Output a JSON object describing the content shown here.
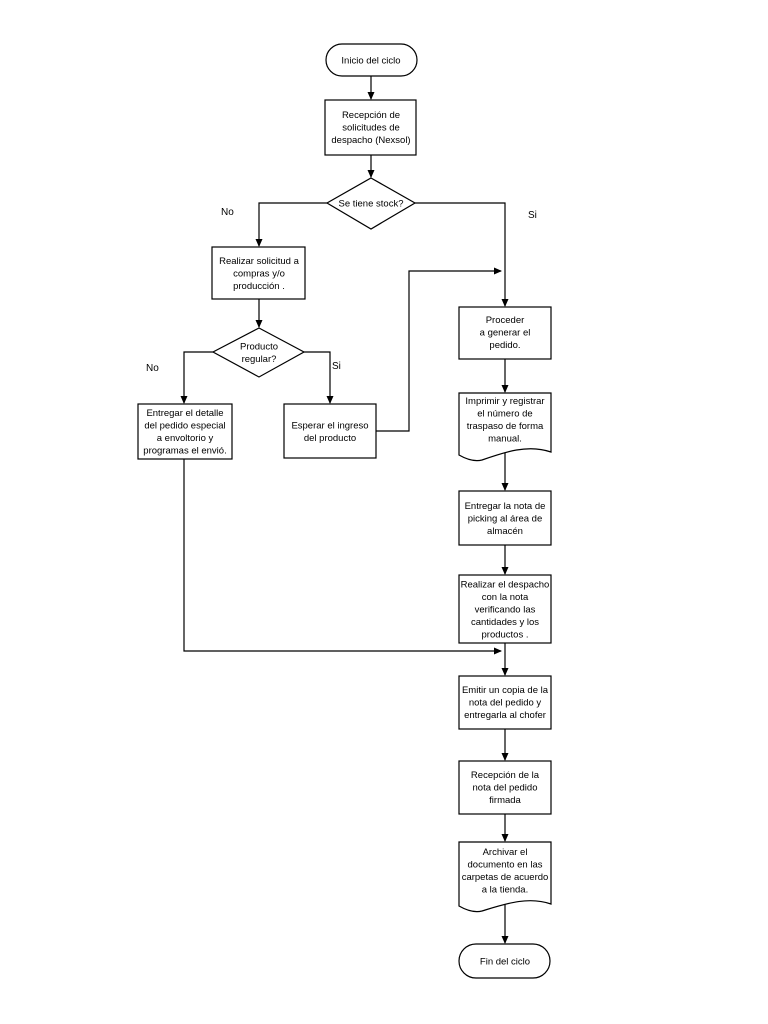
{
  "nodes": {
    "start": [
      "Inicio  del ciclo"
    ],
    "reception": [
      "Recepción  de",
      "solicitudes de",
      "despacho (Nexsol)"
    ],
    "stock_decision": [
      "Se tiene stock?"
    ],
    "request_purchase": [
      "Realizar solicitud a",
      "compras y/o",
      "producción ."
    ],
    "regular_decision": [
      "Producto",
      "regular?"
    ],
    "special_order": [
      "Entregar el detalle",
      "del pedido especial",
      "a envoltorio  y",
      "programas el envió."
    ],
    "wait_product": [
      "Esperar el ingreso",
      "del producto"
    ],
    "generate_order": [
      "Proceder",
      "a generar el",
      "pedido."
    ],
    "print_register": [
      "Imprimir y registrar",
      "el número de",
      "traspaso de forma",
      "manual."
    ],
    "picking_note": [
      "Entregar la nota de",
      "picking al área de",
      "almacén"
    ],
    "dispatch": [
      "Realizar el despacho",
      "con la nota",
      "verificando las",
      "cantidades y los",
      "productos ."
    ],
    "copy_to_driver": [
      "Emitir un copia de la",
      "nota del pedido  y",
      "entregarla al chofer"
    ],
    "signed_note": [
      "Recepción de la",
      "nota del pedido",
      "firmada"
    ],
    "archive": [
      "Archivar el",
      "documento en las",
      "carpetas de acuerdo",
      "a la tienda."
    ],
    "end": [
      "Fin del ciclo"
    ]
  },
  "branch_labels": {
    "stock_no": "No",
    "stock_yes": "Si",
    "regular_no": "No",
    "regular_yes": "Si"
  }
}
